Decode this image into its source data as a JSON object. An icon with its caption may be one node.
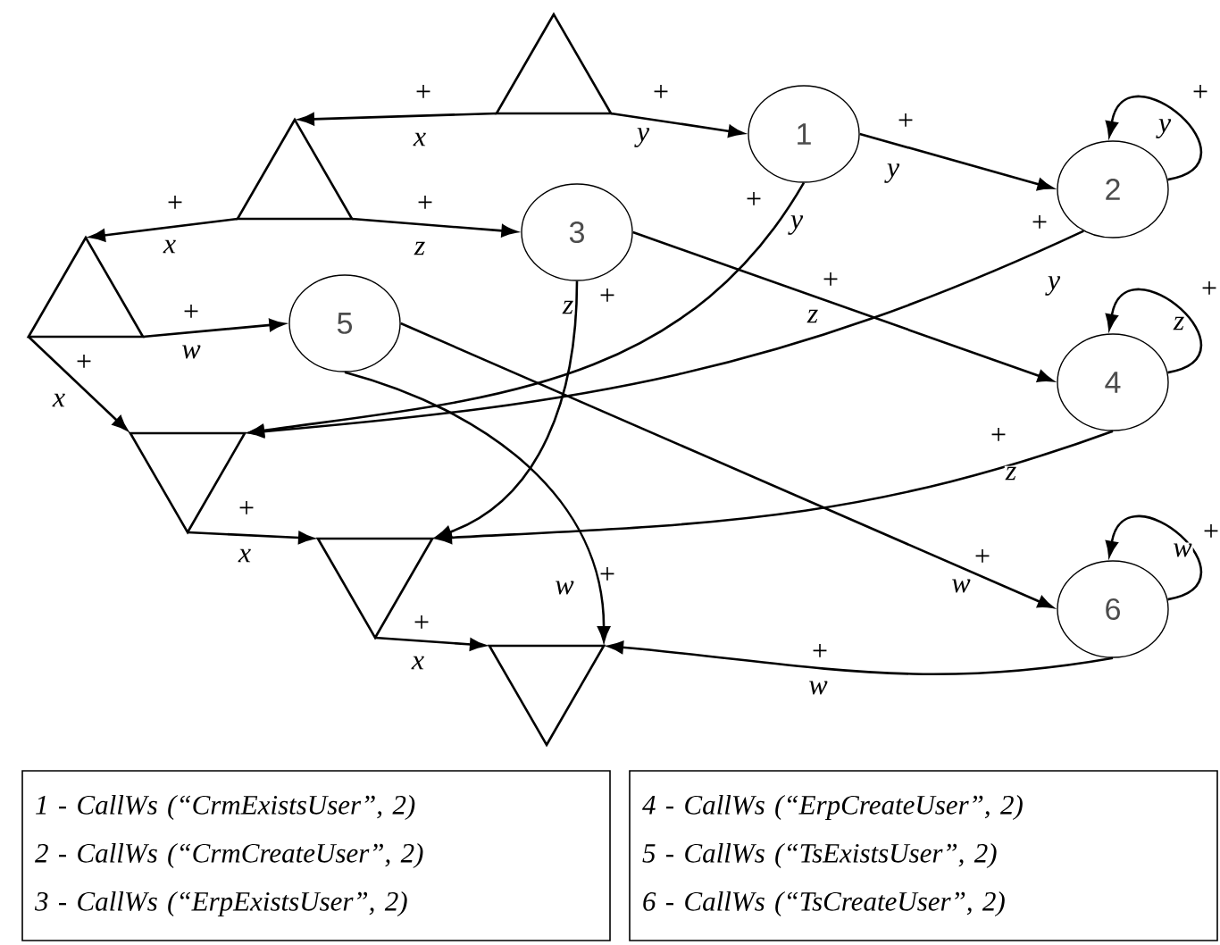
{
  "diagram": {
    "nodes": [
      {
        "text": [],
        "shape": "triangle"
      },
      {
        "text": [],
        "shape": "triangle"
      },
      {
        "text": [
          "1"
        ]
      },
      {
        "text": [
          "2"
        ]
      },
      {
        "text": [
          "3"
        ]
      },
      {
        "text": [],
        "shape": "triangle"
      },
      {
        "text": [
          "5"
        ]
      },
      {
        "text": [
          "4"
        ]
      },
      {
        "text": [],
        "shape": "triangle"
      },
      {
        "text": [],
        "shape": "triangle"
      },
      {
        "text": [
          "6"
        ]
      },
      {
        "text": [],
        "shape": "triangle"
      },
      {
        "text": [
          "1 - CallWs (“CrmExistsUser”, 2)",
          "2 - CallWs (“CrmCreateUser”, 2)",
          "3 - CallWs (“ErpExistsUser”, 2)"
        ]
      },
      {
        "text": [
          "4 - CallWs (“ErpCreateUser”, 2)",
          "5 - CallWs (“TsExistsUser”, 2)",
          "6 - CallWs (“TsCreateUser”, 2)"
        ]
      }
    ],
    "edges": [
      {
        "from": 0,
        "to": 1,
        "arrow": "to",
        "label": "x"
      },
      {
        "from": 0,
        "to": 2,
        "arrow": "to",
        "label": "y"
      },
      {
        "from": 1,
        "to": 5,
        "arrow": "to",
        "label": "x"
      },
      {
        "from": 1,
        "to": 4,
        "arrow": "to",
        "label": "z"
      },
      {
        "from": 5,
        "to": 6,
        "arrow": "to",
        "label": "w"
      },
      {
        "from": 5,
        "to": 8,
        "arrow": "to",
        "label": "x"
      },
      {
        "from": 2,
        "to": 3,
        "arrow": "to",
        "label": "y"
      },
      {
        "from": 2,
        "to": 8,
        "arrow": "to",
        "label": "y"
      },
      {
        "from": 3,
        "to": 3,
        "arrow": "to",
        "label": "y"
      },
      {
        "from": 3,
        "to": 8,
        "arrow": "to",
        "label": "y"
      },
      {
        "from": 4,
        "to": 7,
        "arrow": "to",
        "label": "z"
      },
      {
        "from": 4,
        "to": 9,
        "arrow": "to",
        "label": "z"
      },
      {
        "from": 7,
        "to": 7,
        "arrow": "to",
        "label": "z"
      },
      {
        "from": 7,
        "to": 9,
        "arrow": "to",
        "label": "z"
      },
      {
        "from": 6,
        "to": 10,
        "arrow": "to",
        "label": "w"
      },
      {
        "from": 6,
        "to": 11,
        "arrow": "to",
        "label": "w"
      },
      {
        "from": 10,
        "to": 10,
        "arrow": "to",
        "label": "w"
      },
      {
        "from": 10,
        "to": 11,
        "arrow": "to",
        "label": "w"
      },
      {
        "from": 8,
        "to": 9,
        "arrow": "to",
        "label": "x"
      },
      {
        "from": 9,
        "to": 11,
        "arrow": "to",
        "label": "x"
      }
    ],
    "labels": [
      "+",
      "+",
      "+",
      "+",
      "+",
      "+",
      "+",
      "+",
      "+",
      "+",
      "+",
      "+",
      "+",
      "+",
      "+",
      "+",
      "+",
      "+",
      "+",
      "+"
    ]
  }
}
